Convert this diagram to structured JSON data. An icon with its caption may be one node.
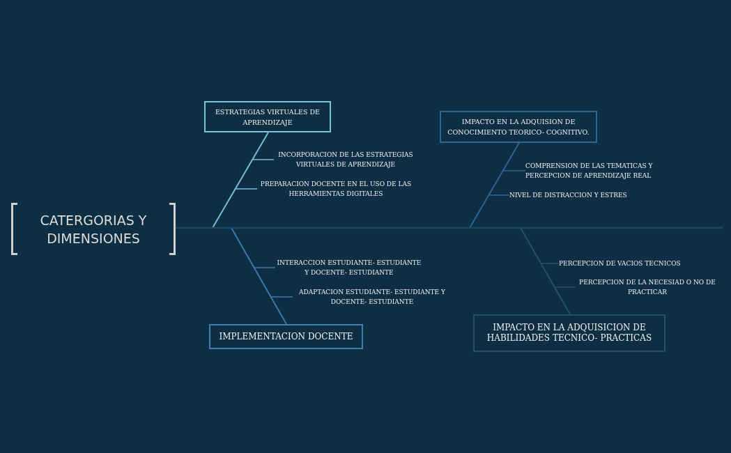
{
  "diagram": {
    "nodes": [
      {
        "text": [
          "CATERGORIAS Y DIMENSIONES"
        ]
      },
      {
        "text": [
          "ESTRATEGIAS VIRTUALES DE APRENDIZAJE"
        ]
      },
      {
        "text": [
          "INCORPORACION DE LAS ESTRATEGIAS VIRTUALES DE APRENDIZAJE"
        ]
      },
      {
        "text": [
          "PREPARACION DOCENTE EN EL USO DE LAS HERRAMIENTAS DIGITALES"
        ]
      },
      {
        "text": [
          "IMPACTO EN LA ADQUISION DE CONOCIMIENTO TEORICO- COGNITIVO."
        ]
      },
      {
        "text": [
          "COMPRENSION DE LAS TEMATICAS Y PERCEPCION DE APRENDIZAJE REAL"
        ]
      },
      {
        "text": [
          "NIVEL DE DISTRACCION Y ESTRES"
        ]
      },
      {
        "text": [
          "INTERACCION ESTUDIANTE- ESTUDIANTE Y DOCENTE- ESTUDIANTE"
        ]
      },
      {
        "text": [
          "ADAPTACION ESTUDIANTE- ESTUDIANTE Y DOCENTE- ESTUDIANTE"
        ]
      },
      {
        "text": [
          "IMPLEMENTACION DOCENTE"
        ]
      },
      {
        "text": [
          "PERCEPCION DE VACIOS TECNICOS"
        ]
      },
      {
        "text": [
          "PERCEPCION DE LA NECESIAD O NO DE PRACTICAR"
        ]
      },
      {
        "text": [
          "IMPACTO EN LA ADQUISICION DE HABILIDADES TECNICO- PRACTICAS"
        ]
      }
    ],
    "edges": [
      {
        "from": 1,
        "to": 0,
        "arrow": "none",
        "color": "#74bcd9"
      },
      {
        "from": 2,
        "to": 1,
        "arrow": "none",
        "color": "#74bcd9"
      },
      {
        "from": 3,
        "to": 1,
        "arrow": "none",
        "color": "#74bcd9"
      },
      {
        "from": 4,
        "to": 0,
        "arrow": "none",
        "color": "#2b6594"
      },
      {
        "from": 5,
        "to": 4,
        "arrow": "none",
        "color": "#2b6594"
      },
      {
        "from": 6,
        "to": 4,
        "arrow": "none",
        "color": "#2b6594"
      },
      {
        "from": 7,
        "to": 9,
        "arrow": "none",
        "color": "#3a7aab"
      },
      {
        "from": 8,
        "to": 9,
        "arrow": "none",
        "color": "#3a7aab"
      },
      {
        "from": 9,
        "to": 0,
        "arrow": "none",
        "color": "#3a7aab"
      },
      {
        "from": 10,
        "to": 12,
        "arrow": "none",
        "color": "#21506f"
      },
      {
        "from": 11,
        "to": 12,
        "arrow": "none",
        "color": "#21506f"
      },
      {
        "from": 12,
        "to": 0,
        "arrow": "none",
        "color": "#21506f"
      }
    ]
  }
}
